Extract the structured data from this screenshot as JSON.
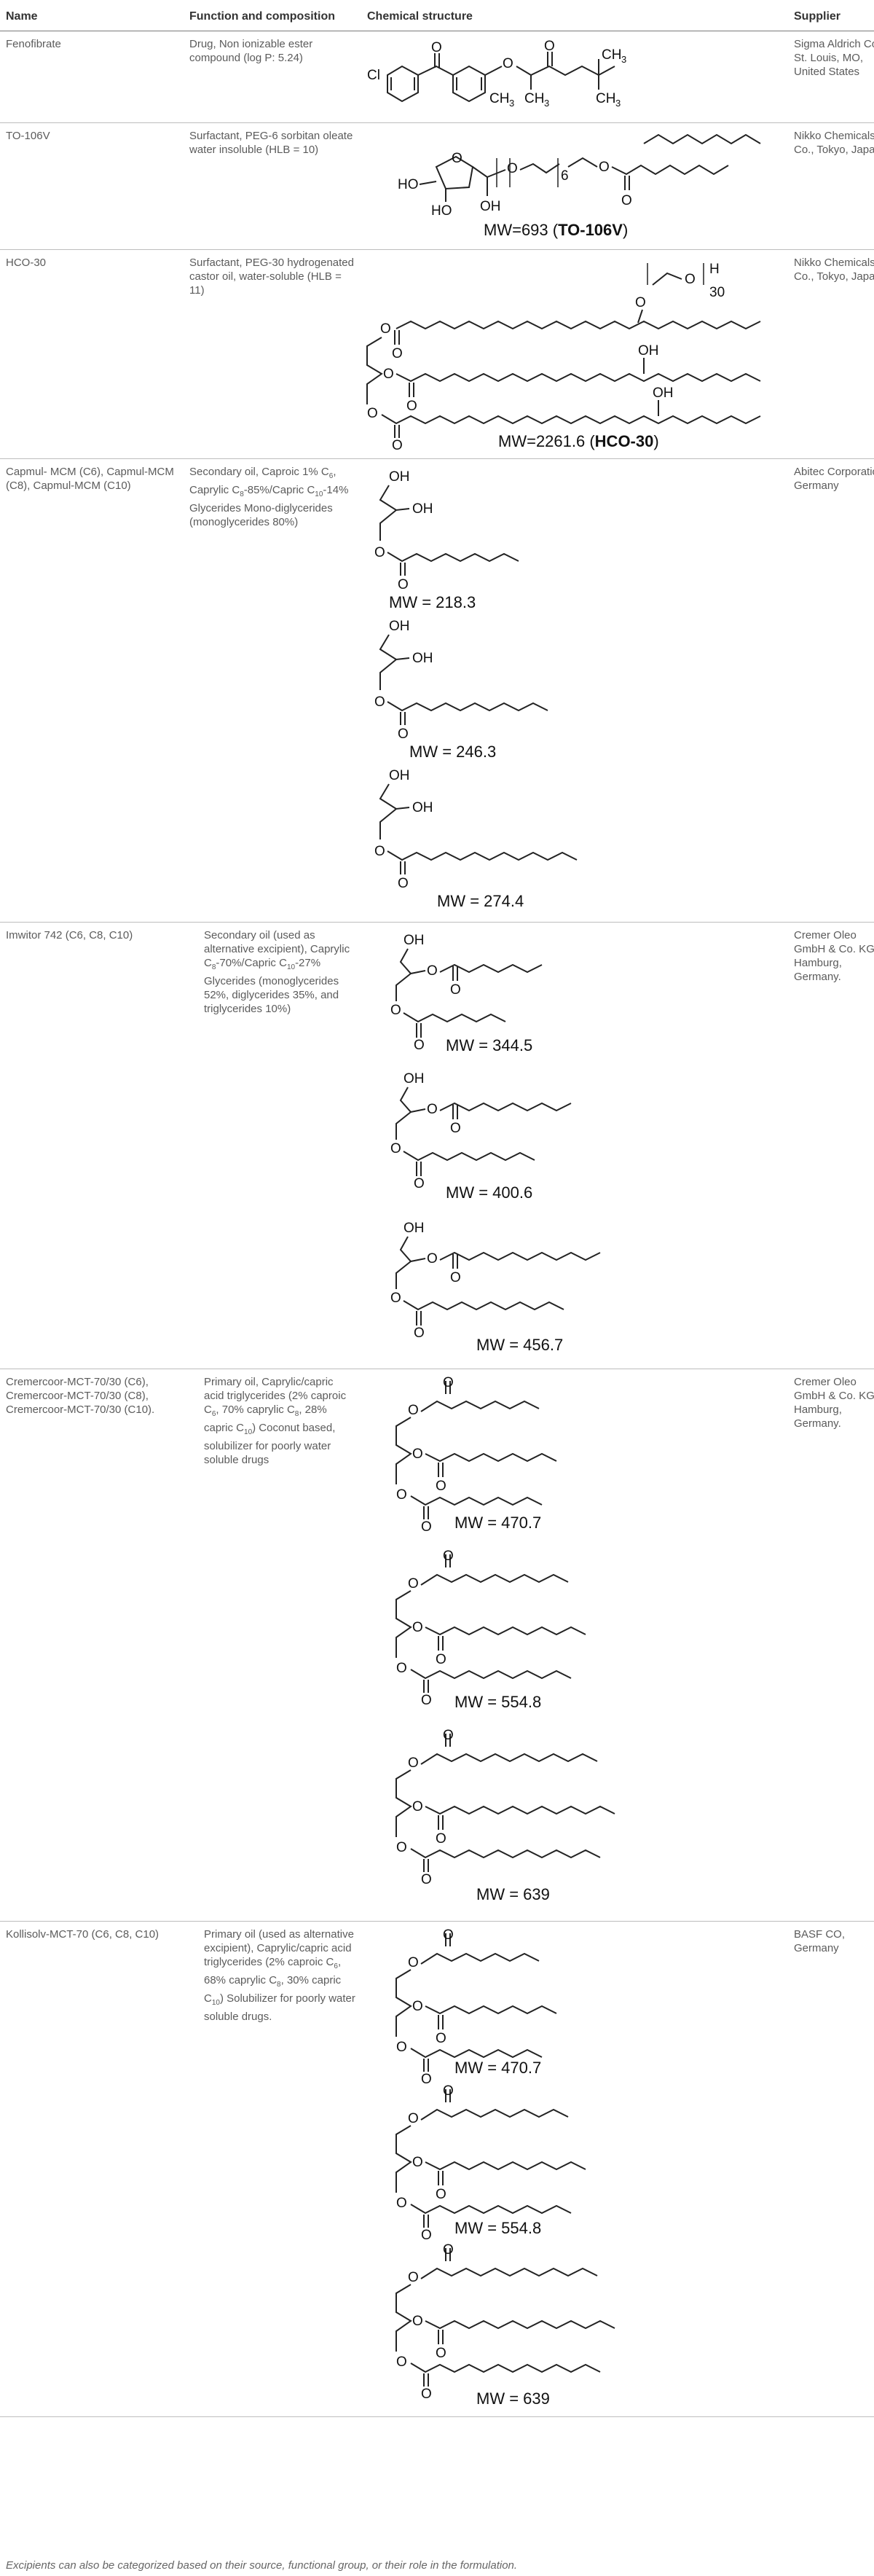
{
  "headers": {
    "name": "Name",
    "function": "Function and composition",
    "structure": "Chemical structure",
    "supplier": "Supplier"
  },
  "rows": [
    {
      "name": "Fenofibrate",
      "function": "Drug, Non ionizable ester compound (log P: 5.24)",
      "supplier": "Sigma Aldrich Co, St. Louis, MO, United States"
    },
    {
      "name": "TO-106V",
      "function": "Surfactant, PEG-6 sorbitan oleate water insoluble (HLB = 10)",
      "supplier": "Nikko Chemicals Co., Tokyo, Japan.",
      "mw_prefix": "MW=693 (",
      "mw_bold": "TO-106V",
      "mw_suffix": ")"
    },
    {
      "name": "HCO-30",
      "function": "Surfactant, PEG-30 hydrogenated castor oil, water-soluble (HLB = 11)",
      "supplier": "Nikko Chemicals Co., Tokyo, Japan.",
      "mw_prefix": "MW=2261.6 (",
      "mw_bold": "HCO-30",
      "mw_suffix": ")"
    },
    {
      "name": "Capmul- MCM (C6), Capmul-MCM (C8), Capmul-MCM (C10)",
      "function_parts": [
        "Secondary oil, Caproic 1% C",
        "6",
        ", Caprylic C",
        "8",
        "-85%/Capric C",
        "10",
        "-14% Glycerides Mono-diglycerides (monoglycerides 80%)"
      ],
      "supplier": "Abitec Corporation, Germany",
      "mws": [
        "MW = 218.3",
        "MW = 246.3",
        "MW = 274.4"
      ]
    },
    {
      "name": "Imwitor 742 (C6, C8, C10)",
      "function_parts": [
        "Secondary oil (used as alternative excipient), Caprylic C",
        "8",
        "-70%/Capric C",
        "10",
        "-27% Glycerides (monoglycerides 52%, diglycerides 35%, and triglycerides 10%)"
      ],
      "supplier": "Cremer Oleo GmbH & Co. KG. Hamburg, Germany.",
      "mws": [
        "MW = 344.5",
        "MW = 400.6",
        "MW = 456.7"
      ]
    },
    {
      "name": "Cremercoor-MCT-70/30 (C6), Cremercoor-MCT-70/30 (C8), Cremercoor-MCT-70/30 (C10).",
      "function_parts": [
        "Primary oil, Caprylic/capric acid triglycerides (2% caproic C",
        "6",
        ", 70% caprylic C",
        "8",
        ", 28% capric C",
        "10",
        ") Coconut based, solubilizer for poorly water soluble drugs"
      ],
      "supplier": "Cremer Oleo GmbH & Co. KG. Hamburg, Germany.",
      "mws": [
        "MW = 470.7",
        "MW = 554.8",
        "MW = 639"
      ]
    },
    {
      "name": "Kollisolv-MCT-70 (C6, C8, C10)",
      "function_parts": [
        "Primary oil (used as alternative excipient), Caprylic/capric acid triglycerides (2% caproic C",
        "6",
        ", 68% caprylic C",
        "8",
        ", 30% capric C",
        "10",
        ") Solubilizer for poorly water soluble drugs."
      ],
      "supplier": "BASF CO, Germany",
      "mws": [
        "MW = 470.7",
        "MW = 554.8",
        "MW = 639"
      ]
    }
  ],
  "atom_labels": {
    "cl": "Cl",
    "ch3": "CH",
    "three": "3",
    "o": "O",
    "ho": "HO",
    "oh": "OH",
    "h": "H",
    "six": "6",
    "thirty": "30"
  },
  "footnote": "Excipients can also be categorized based on their source, functional group, or their role in the formulation."
}
